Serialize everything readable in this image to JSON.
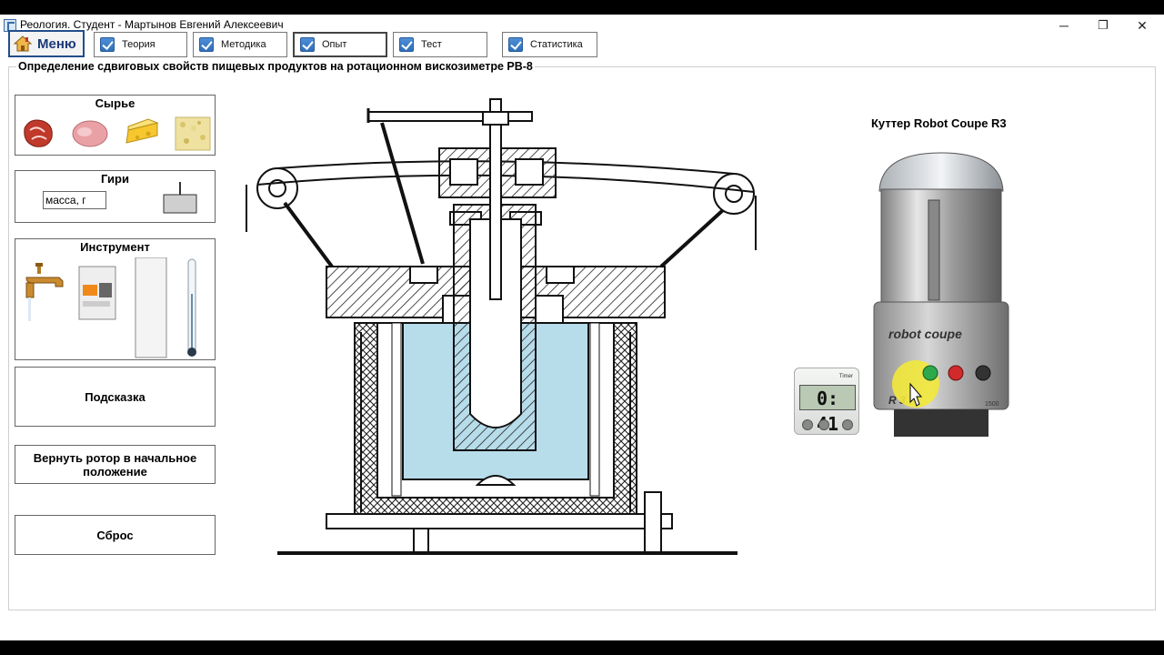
{
  "window": {
    "title": "Реология. Студент - Мартынов Евгений Алексеевич",
    "controls": {
      "minimize": "─",
      "restore": "❐",
      "close": "✕"
    }
  },
  "toolbar": {
    "menu_label": "Меню",
    "tabs": [
      {
        "label": "Теория",
        "checked": true
      },
      {
        "label": "Методика",
        "checked": true
      },
      {
        "label": "Опыт",
        "checked": true,
        "active": true
      },
      {
        "label": "Тест",
        "checked": true
      },
      {
        "label": "Статистика",
        "checked": true
      }
    ]
  },
  "main": {
    "group_title": "Определение сдвиговых свойств пищевых продуктов на ротационном вискозиметре РВ-8",
    "panels": {
      "raw": {
        "title": "Сырье",
        "items": [
          "meat-icon",
          "ham-icon",
          "cheese-icon",
          "minced-icon"
        ]
      },
      "weights": {
        "title": "Гири",
        "mass_value": "масса, г"
      },
      "tools": {
        "title": "Инструмент",
        "items": [
          "faucet-icon",
          "circuit-breaker-icon",
          "ruler-icon",
          "thermometer-icon"
        ]
      },
      "hint_label": "Подсказка",
      "reset_rotor_label": "Вернуть ротор в начальное положение",
      "reset_label": "Сброс"
    },
    "cutter": {
      "title": "Куттер Robot Coupe R3",
      "brand": "robot coupe",
      "model": "R 3",
      "power": "1500"
    },
    "timer": {
      "value": "0: 41",
      "brand": "Timer"
    },
    "colors": {
      "liquid": "#b7dcea",
      "accent": "#234d8a",
      "checkbox": "#2e6fba"
    }
  }
}
